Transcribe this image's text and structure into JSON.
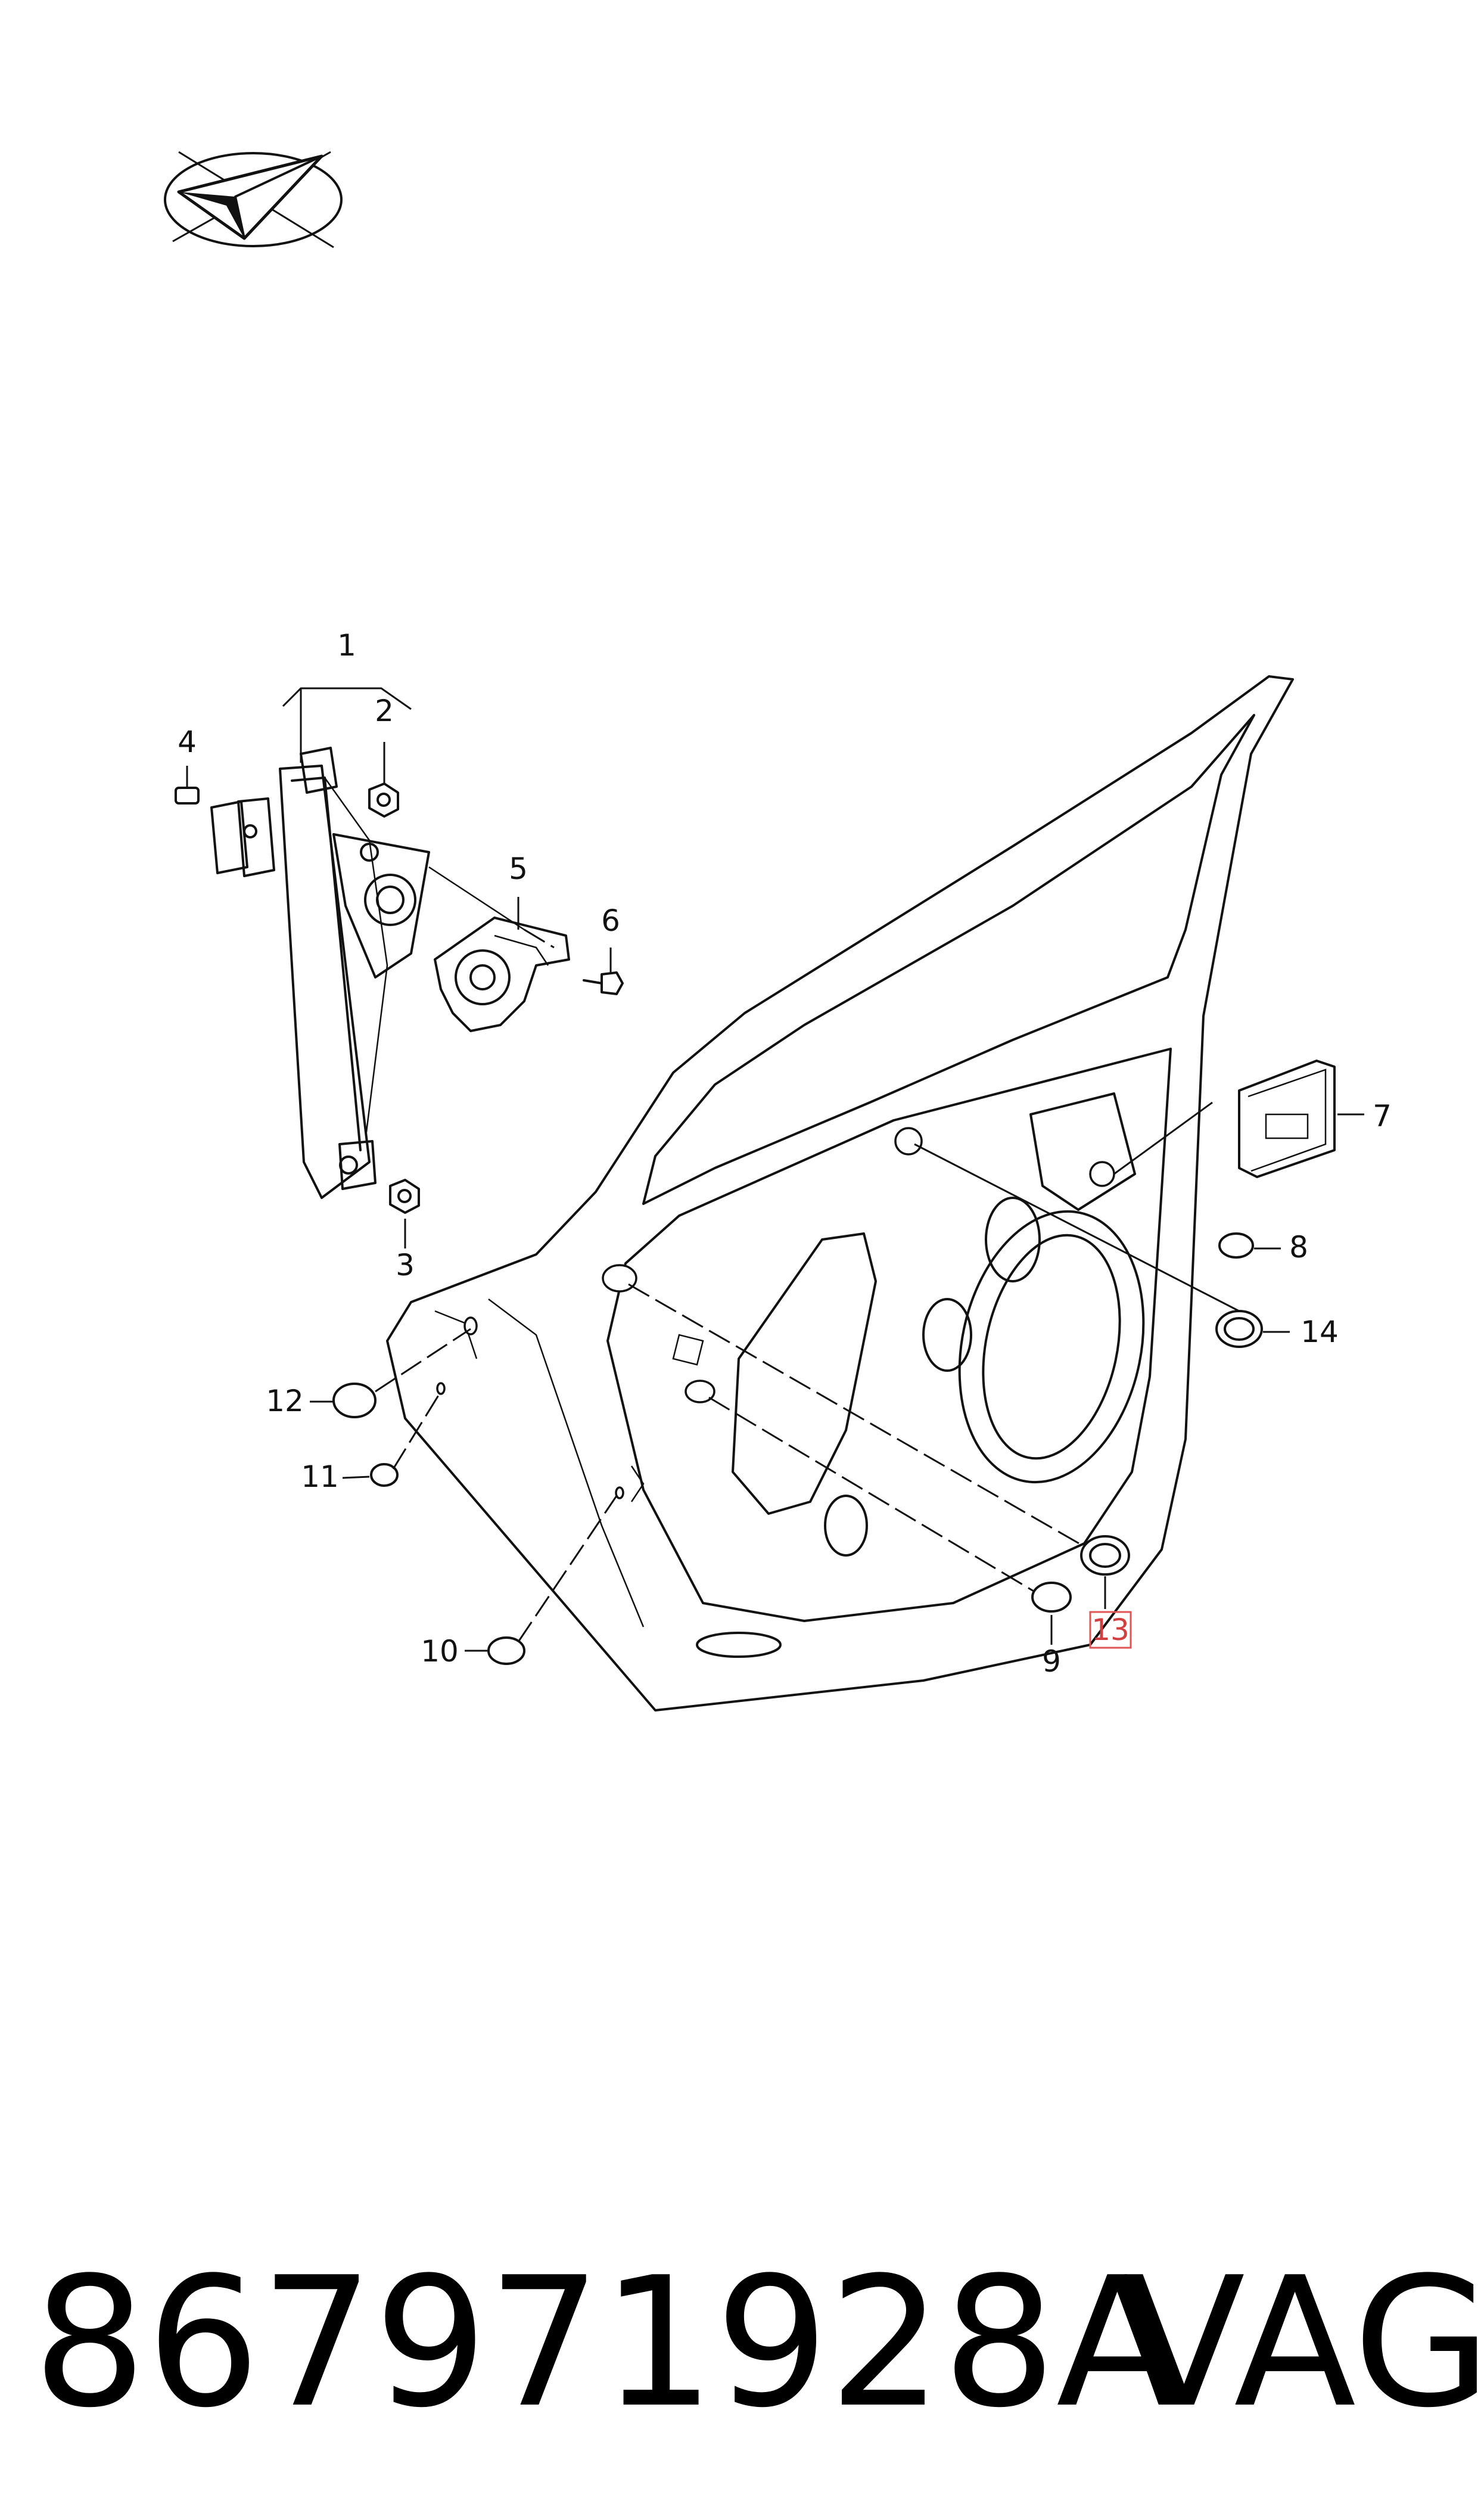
{
  "callouts": [
    "1",
    "2",
    "3",
    "4",
    "5",
    "6",
    "7",
    "8",
    "9",
    "10",
    "11",
    "12",
    "13",
    "14"
  ],
  "highlighted_callout": "13",
  "part_number": "867971928A",
  "brand": "VAG",
  "colors": {
    "line": "#111111",
    "highlight": "#e05555",
    "background": "#ffffff"
  },
  "icons": {
    "logo": "paper-plane-logo-icon"
  }
}
